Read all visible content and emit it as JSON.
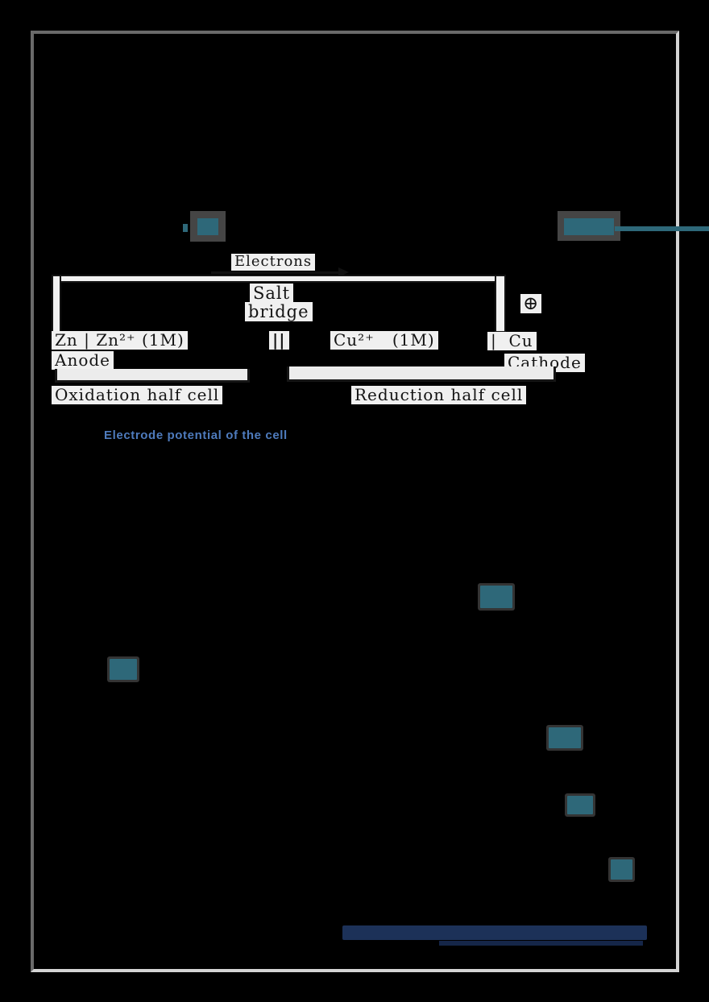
{
  "colors": {
    "background": "#000000",
    "frame_gray": "#6a6a6a",
    "teal_highlight": "#2e6879",
    "heading_blue": "#4e7bbd",
    "footer_navy": "#1c3158",
    "diagram_paper": "#f0f0f0",
    "diagram_ink": "#141414"
  },
  "heading": {
    "text": "Electrode potential of the cell"
  },
  "diagram": {
    "electrons_label": "Electrons",
    "salt_bridge_line1": "Salt",
    "salt_bridge_line2": "bridge",
    "anode_notation": "Zn | Zn²⁺ (1M)",
    "anode_label": "Anode",
    "separator": "||",
    "cathode_ion_notation": "Cu²⁺   (1M)",
    "cathode_electrode_notation": "|  Cu",
    "cathode_label": "Cathode",
    "positive_terminal_symbol": "⊕",
    "oxidation_half_cell_label": "Oxidation half cell",
    "reduction_half_cell_label": "Reduction half cell"
  }
}
